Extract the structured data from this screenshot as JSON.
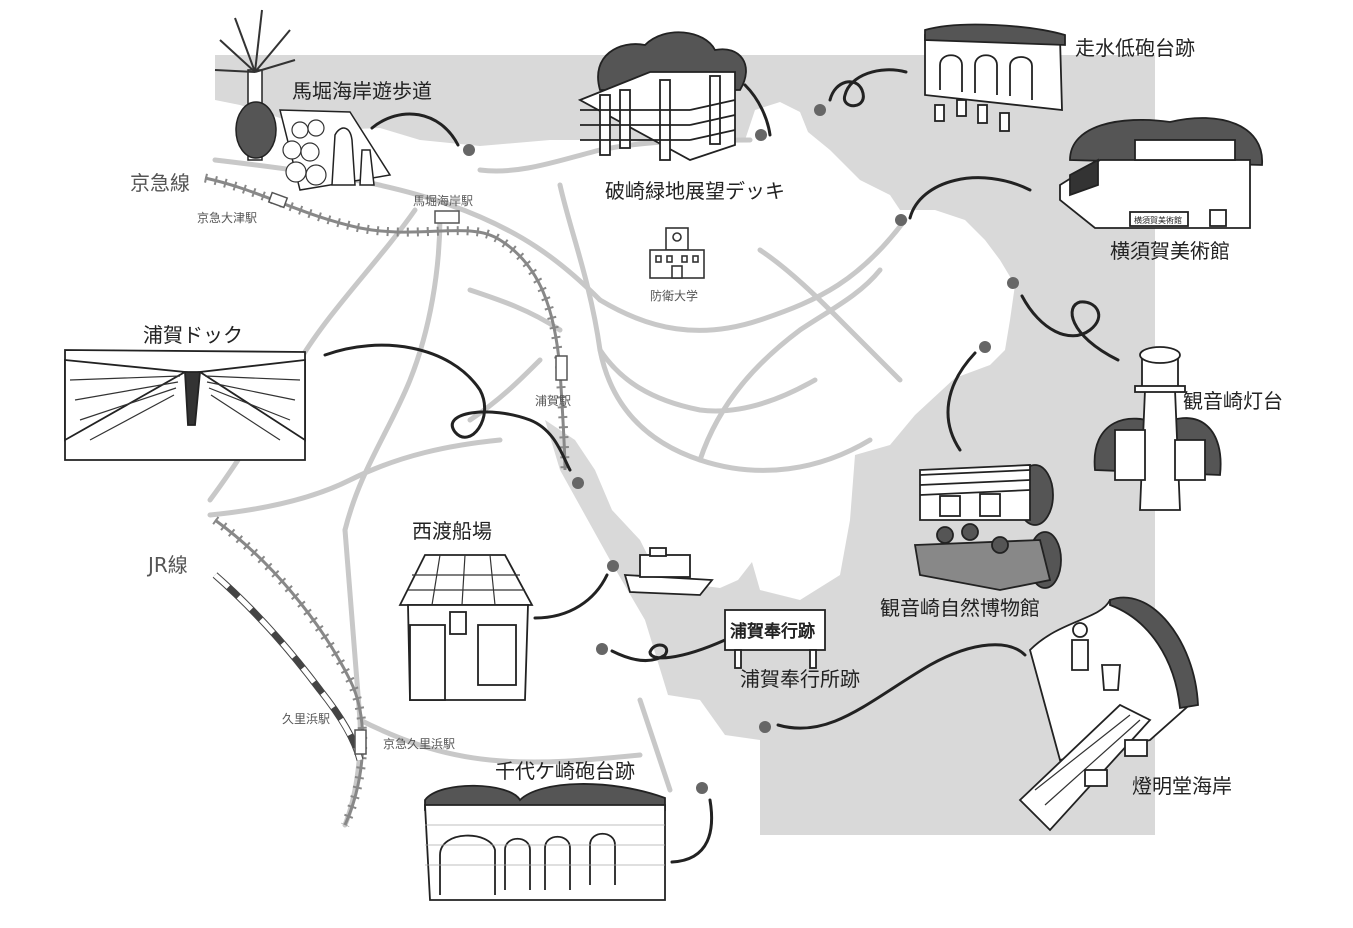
{
  "map": {
    "colors": {
      "sea": "#d9d9d9",
      "land": "#ffffff",
      "road": "#c8c8c8",
      "ink": "#222222",
      "tree": "#555555",
      "marker": "#666666"
    },
    "lines": {
      "keikyu": "京急線",
      "jr": "JR線"
    },
    "stations": {
      "keikyu_otsu": "京急大津駅",
      "maborikaigan": "馬堀海岸駅",
      "uraga": "浦賀駅",
      "kurihama": "久里浜駅",
      "keikyu_kurihama": "京急久里浜駅"
    },
    "campus": {
      "name": "防衛大学",
      "icon": "university-building-icon"
    },
    "spots": {
      "mabori_promenade": "馬堀海岸遊歩道",
      "hashirimizu_battery": "走水低砲台跡",
      "hasaki_deck": "破崎緑地展望デッキ",
      "yokosuka_museum": "横須賀美術館",
      "kannonzaki_lighthouse": "観音崎灯台",
      "kannonzaki_nature_museum": "観音崎自然博物館",
      "uraga_dock": "浦賀ドック",
      "nishi_ferry": "西渡船場",
      "bugyosho": "浦賀奉行所跡",
      "bugyosho_sign": "浦賀奉行跡",
      "toumyoudo_coast": "燈明堂海岸",
      "chiyogasaki_battery": "千代ケ崎砲台跡",
      "museum_sign": "横須賀美術館"
    }
  }
}
